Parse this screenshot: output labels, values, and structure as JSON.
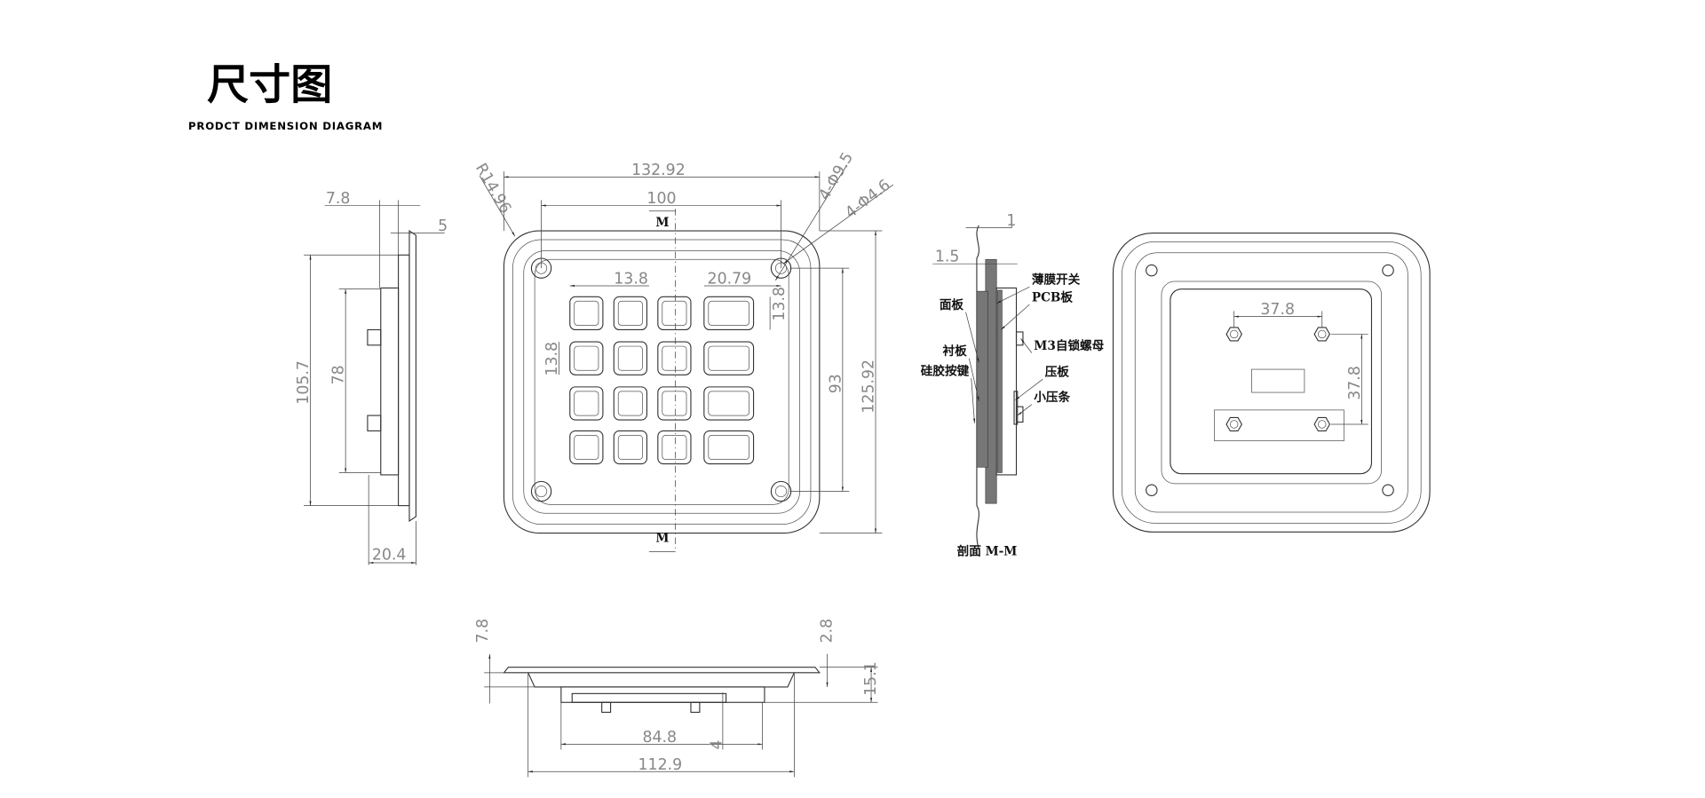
{
  "header": {
    "title": "尺寸图",
    "subtitle": "PRODCT DIMENSION DIAGRAM"
  },
  "side_view": {
    "dims": {
      "top_depth": "7.8",
      "plate": "5",
      "height_outer": "105.7",
      "height_inner": "78",
      "total_depth": "20.4"
    }
  },
  "front_view": {
    "dims": {
      "width_outer": "132.92",
      "hole_pitch_x": "100",
      "key_width": "13.8",
      "key_offset": "20.79",
      "key_height_right": "13.8",
      "key_height_left": "13.8",
      "hole_pitch_y": "93",
      "height_outer": "125.92",
      "radius": "R14.96",
      "hole_large": "4-Φ9.5",
      "hole_small": "4-Φ4.6"
    },
    "section_mark": "M"
  },
  "section_view": {
    "title": "剖面  M-M",
    "dims": {
      "top": "1",
      "panel": "1.5"
    },
    "labels": [
      "薄膜开关",
      "PCB板",
      "面板",
      "M3自锁螺母",
      "衬板",
      "硅胶按键",
      "压板",
      "小压条"
    ]
  },
  "back_view": {
    "dims": {
      "nut_pitch_x": "37.8",
      "nut_pitch_y": "37.8"
    }
  },
  "bottom_view": {
    "dims": {
      "left_height": "7.8",
      "right_height": "2.8",
      "total_depth": "15.1",
      "inner_width": "84.8",
      "stud": "4",
      "body_width": "112.9"
    }
  }
}
